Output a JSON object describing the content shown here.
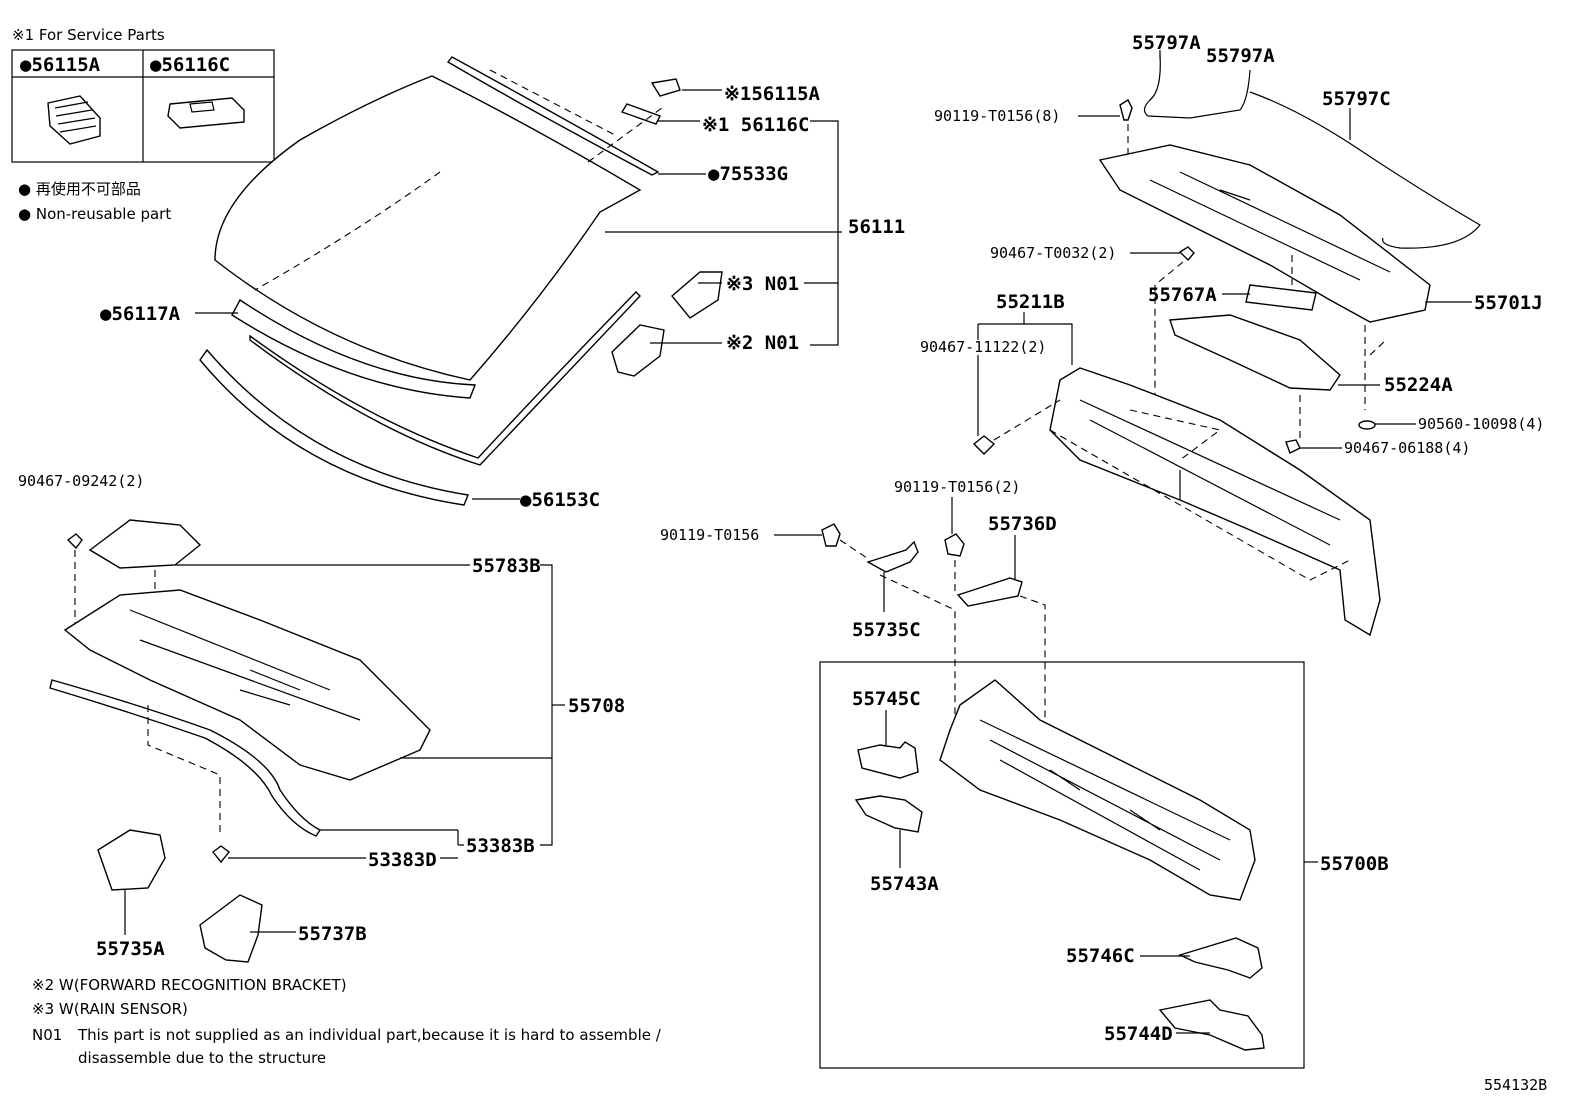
{
  "legend": {
    "header": "※1 For Service Parts",
    "cell1": "●56115A",
    "cell2": "●56116C",
    "nonreusable_jp": "● 再使用不可部品",
    "nonreusable_en": "● Non-reusable part"
  },
  "labels": {
    "p56115A": "※156115A",
    "p56116C": "※1 56116C",
    "p75533G": "●75533G",
    "p56111": "56111",
    "p56117A": "●56117A",
    "pN01a": "※3 N01",
    "pN01b": "※2 N01",
    "p56153C": "●56153C",
    "p90467_09242": "90467-09242(2)",
    "p55783B": "55783B",
    "p55708": "55708",
    "p53383B": "53383B",
    "p53383D": "53383D",
    "p55735A": "55735A",
    "p55737B": "55737B",
    "p55797A1": "55797A",
    "p55797A2": "55797A",
    "p55797C": "55797C",
    "p90119_T0156_8": "90119-T0156(8)",
    "p90467_T0032": "90467-T0032(2)",
    "p55211B": "55211B",
    "p55767A": "55767A",
    "p55701J": "55701J",
    "p90467_11122": "90467-11122(2)",
    "p55224A": "55224A",
    "p90560_10098": "90560-10098(4)",
    "p90467_06188": "90467-06188(4)",
    "p90119_T0156_2": "90119-T0156(2)",
    "p90119_T0156": "90119-T0156",
    "p55736D": "55736D",
    "p55735C": "55735C",
    "p55745C": "55745C",
    "p55743A": "55743A",
    "p55700B": "55700B",
    "p55746C": "55746C",
    "p55744D": "55744D"
  },
  "notes": {
    "n2": "※2 W(FORWARD RECOGNITION BRACKET)",
    "n3": "※3 W(RAIN SENSOR)",
    "n01_code": "N01",
    "n01_line1": "This part is not supplied as an individual part,because it is hard to assemble /",
    "n01_line2": "disassemble due to the structure"
  },
  "drawing_number": "554132B"
}
